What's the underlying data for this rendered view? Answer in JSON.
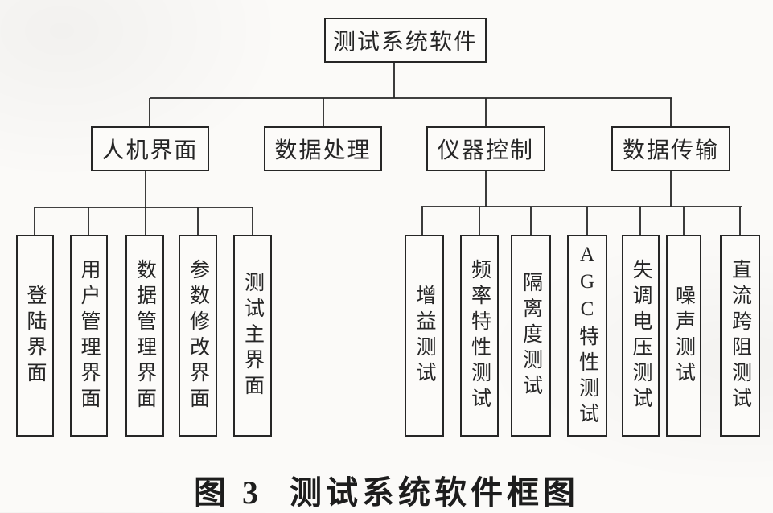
{
  "figure": {
    "caption_label": "图 3",
    "caption_title": "测试系统软件框图"
  },
  "tree": {
    "root": "测试系统软件",
    "level2": [
      "人机界面",
      "数据处理",
      "仪器控制",
      "数据传输"
    ],
    "hmi_children": [
      "登陆界面",
      "用户管理界面",
      "数据管理界面",
      "参数修改界面",
      "测试主界面"
    ],
    "test_children": [
      "增益测试",
      "频率特性测试",
      "隔离度测试",
      "AGC特性测试",
      "失调电压测试",
      "噪声测试",
      "直流跨阻测试"
    ]
  },
  "colors": {
    "ink": "#262626",
    "paper": "#fbfaf8",
    "boxfill": "#fcfbf9"
  }
}
